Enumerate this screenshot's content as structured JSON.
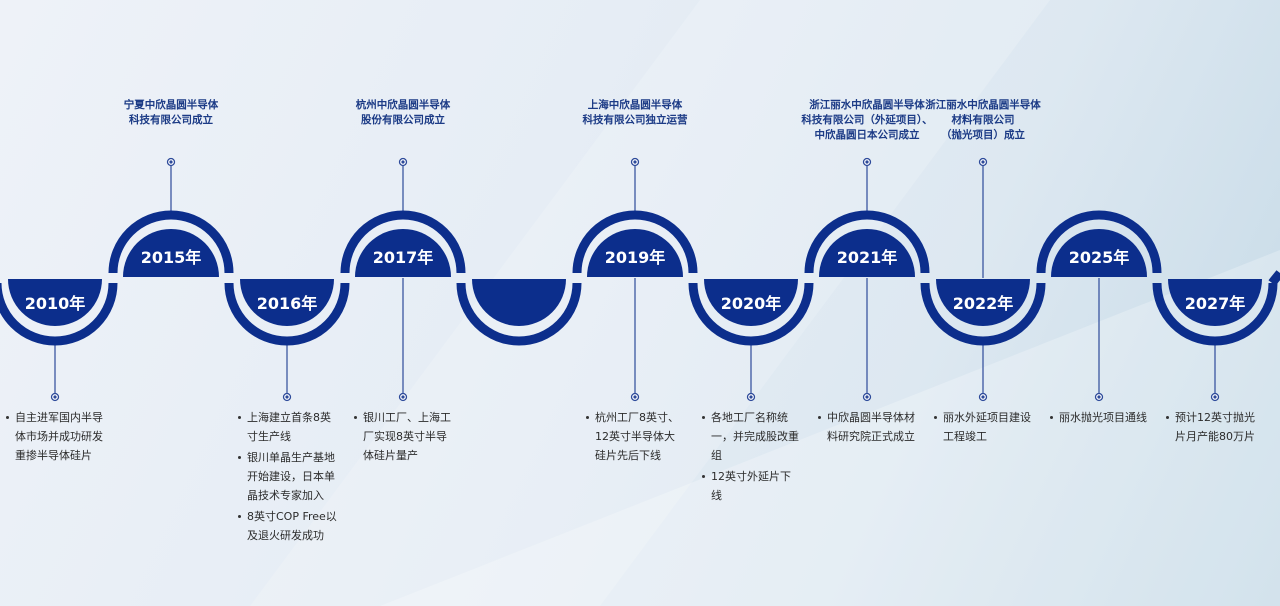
{
  "colors": {
    "primary": "#0c2e8c",
    "line": "#2d4a9a",
    "text": "#2b2b2b"
  },
  "timeline": [
    {
      "year": "2010年",
      "side": "down",
      "top_label": [],
      "bullets": [
        "自主进军国内半导体市场并成功研发重掺半导体硅片"
      ]
    },
    {
      "year": "2015年",
      "side": "up",
      "top_label": [
        "宁夏中欣晶圆半导体",
        "科技有限公司成立"
      ],
      "bullets": []
    },
    {
      "year": "2016年",
      "side": "down",
      "top_label": [],
      "bullets": [
        "上海建立首条8英寸生产线",
        "银川单晶生产基地开始建设，日本单晶技术专家加入",
        "8英寸COP Free以及退火研发成功"
      ]
    },
    {
      "year": "2017年",
      "side": "up",
      "top_label": [
        "杭州中欣晶圆半导体",
        "股份有限公司成立"
      ],
      "bullets": [
        "银川工厂、上海工厂实现8英寸半导体硅片量产"
      ]
    },
    {
      "year": "",
      "side": "down",
      "top_label": [],
      "bullets": []
    },
    {
      "year": "2019年",
      "side": "up",
      "top_label": [
        "上海中欣晶圆半导体",
        "科技有限公司独立运营"
      ],
      "bullets": [
        "杭州工厂8英寸、12英寸半导体大硅片先后下线"
      ]
    },
    {
      "year": "2020年",
      "side": "down",
      "top_label": [],
      "bullets": [
        "各地工厂名称统一，并完成股改重组",
        "12英寸外延片下线"
      ]
    },
    {
      "year": "2021年",
      "side": "up",
      "top_label": [
        "浙江丽水中欣晶圆半导体",
        "科技有限公司（外延项目）、",
        "中欣晶圆日本公司成立"
      ],
      "bullets": [
        "中欣晶圆半导体材料研究院正式成立"
      ]
    },
    {
      "year": "2022年",
      "side": "down",
      "top_label": [
        "浙江丽水中欣晶圆半导体",
        "材料有限公司",
        "（抛光项目）成立"
      ],
      "bullets": [
        "丽水外延项目建设工程竣工"
      ]
    },
    {
      "year": "2025年",
      "side": "up",
      "top_label": [],
      "bullets": [
        "丽水抛光项目通线"
      ]
    },
    {
      "year": "2027年",
      "side": "down",
      "top_label": [],
      "bullets": [
        "预计12英寸抛光片月产能80万片"
      ]
    }
  ]
}
